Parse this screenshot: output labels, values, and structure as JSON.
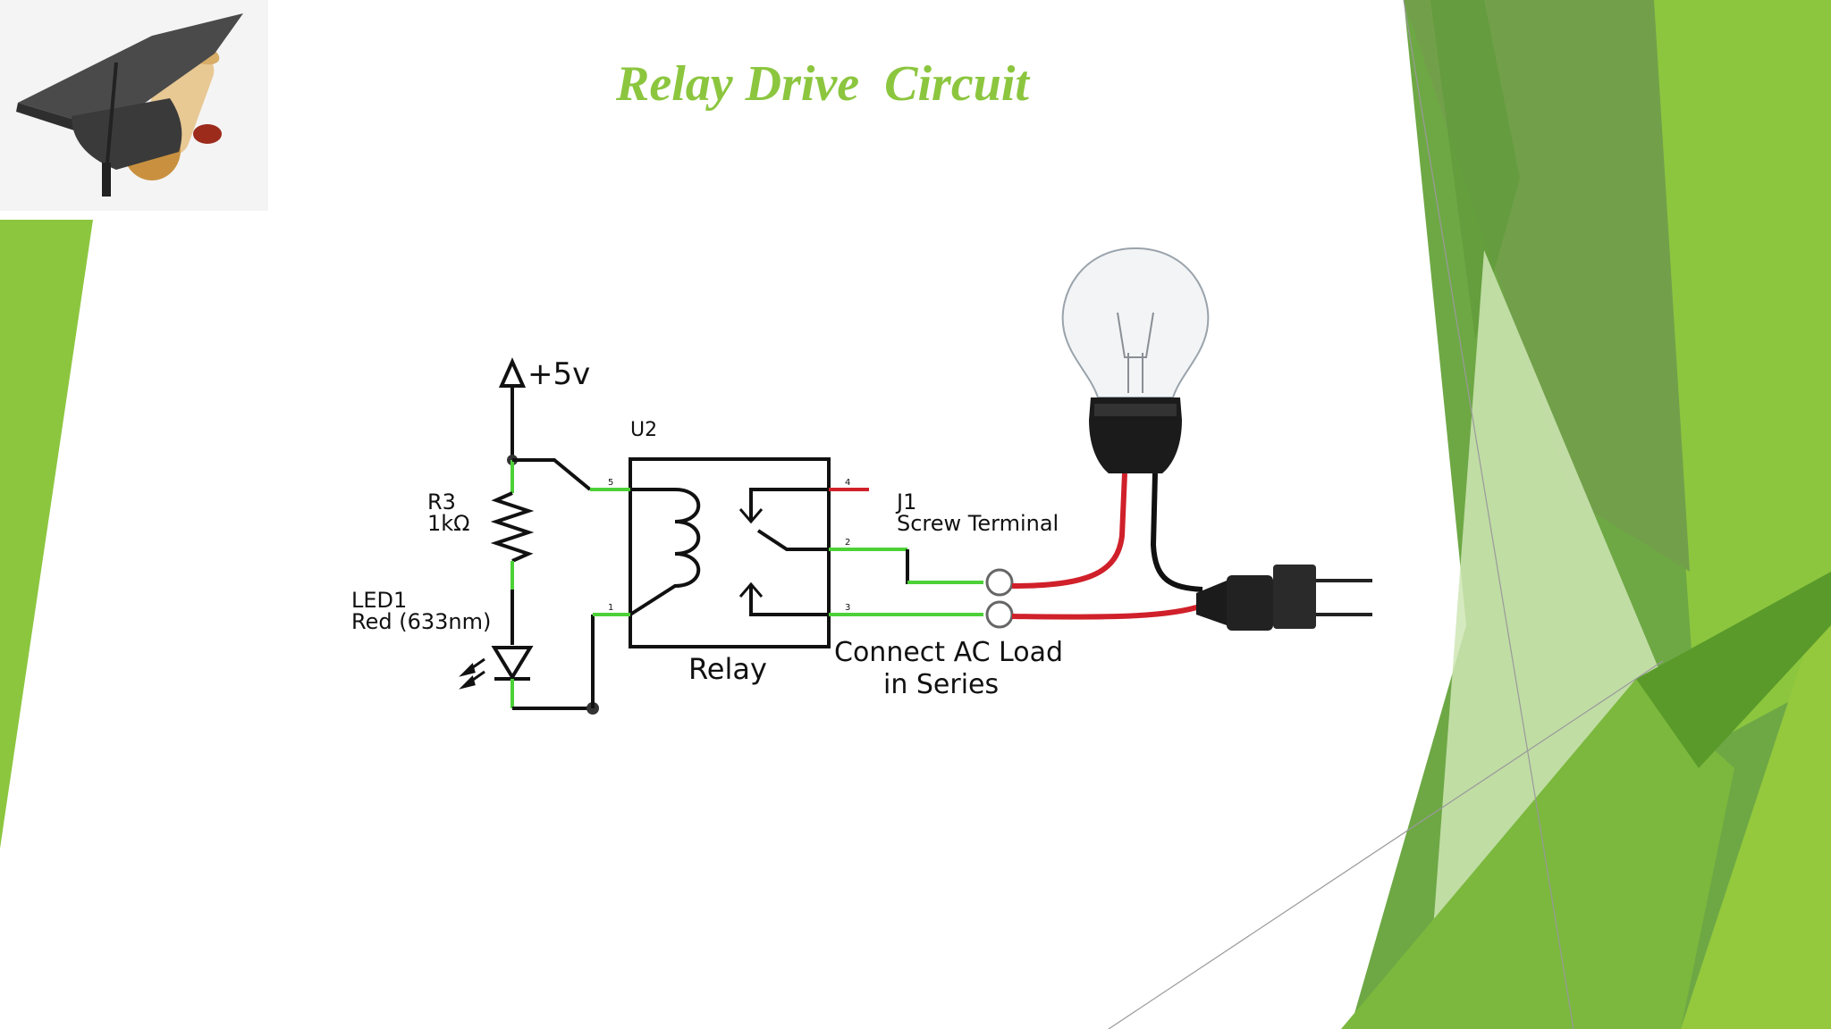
{
  "slide": {
    "title": "Relay Drive  Circuit",
    "accent_color": "#8cc63f",
    "decoration_icon": "graduation-cap-diploma-icon"
  },
  "circuit": {
    "supply_label": "+5v",
    "resistor_ref": "R3",
    "resistor_value": "1kΩ",
    "led_ref": "LED1",
    "led_desc": "Red (633nm)",
    "relay_ref": "U2",
    "relay_label": "Relay",
    "terminal_ref": "J1",
    "terminal_desc": "Screw Terminal",
    "load_note_line1": "Connect AC Load",
    "load_note_line2": "in Series",
    "pins": [
      "1",
      "2",
      "3",
      "4",
      "5"
    ],
    "wire_colors": {
      "schematic_net": "#4cd137",
      "ac_hot": "#d0202a",
      "ac_neutral": "#111111"
    },
    "load_icon": "light-bulb-icon",
    "plug_icon": "power-plug-icon"
  }
}
